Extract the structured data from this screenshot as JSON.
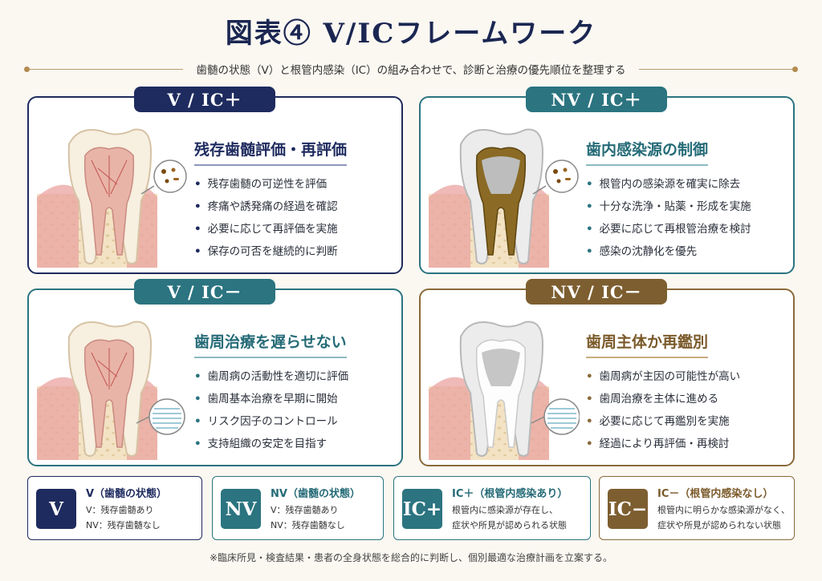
{
  "title": "図表④ V/ICフレームワーク",
  "subtitle": "歯髄の状態（V）と根管内感染（IC）の組み合わせで、診断と治療の優先順位を整理する",
  "cards": [
    {
      "tab": "V / IC＋",
      "heading": "残存歯髄評価・再評価",
      "items": [
        "残存歯髄の可逆性を評価",
        "疼痛や誘発痛の経過を確認",
        "必要に応じて再評価を実施",
        "保存の可否を継続的に判断"
      ]
    },
    {
      "tab": "NV / IC＋",
      "heading": "歯内感染源の制御",
      "items": [
        "根管内の感染源を確実に除去",
        "十分な洗浄・貼薬・形成を実施",
        "必要に応じて再根管治療を検討",
        "感染の沈静化を優先"
      ]
    },
    {
      "tab": "V / IC－",
      "heading": "歯周治療を遅らせない",
      "items": [
        "歯周病の活動性を適切に評価",
        "歯周基本治療を早期に開始",
        "リスク因子のコントロール",
        "支持組織の安定を目指す"
      ]
    },
    {
      "tab": "NV / IC－",
      "heading": "歯周主体か再鑑別",
      "items": [
        "歯周病が主因の可能性が高い",
        "歯周治療を主体に進める",
        "必要に応じて再鑑別を実施",
        "経過により再評価・再検討"
      ]
    }
  ],
  "legend": [
    {
      "badge": "V",
      "title": "V（歯髄の状態）",
      "line1": "V：残存歯髄あり",
      "line2": "NV：残存歯髄なし"
    },
    {
      "badge": "NV",
      "title": "NV（歯髄の状態）",
      "line1": "V：残存歯髄あり",
      "line2": "NV：残存歯髄なし"
    },
    {
      "badge": "IC+",
      "title": "IC＋（根管内感染あり）",
      "line1": "根管内に感染源が存在し、",
      "line2": "症状や所見が認められる状態"
    },
    {
      "badge": "IC−",
      "title": "IC－（根管内感染なし）",
      "line1": "根管内に明らかな感染源がなく、",
      "line2": "症状や所見が認められない状態"
    }
  ],
  "footnote": "※臨床所見・検査結果・患者の全身状態を総合的に判断し、個別最適な治療計画を立案する。",
  "colors": {
    "navy": "#1e2b5e",
    "teal": "#2b7480",
    "brown": "#7d5e30",
    "gold": "#b28b4e"
  }
}
